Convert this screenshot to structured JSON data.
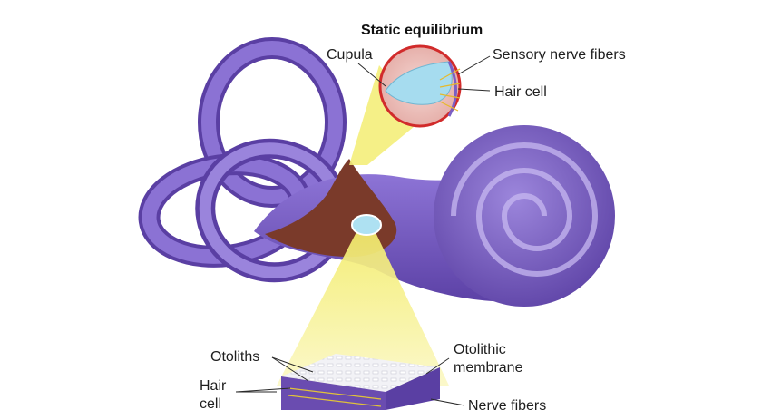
{
  "title": "Static equilibrium",
  "labels": {
    "cupula": "Cupula",
    "sensory_nerve_fibers": "Sensory nerve fibers",
    "hair_cell_top": "Hair cell",
    "otoliths": "Otoliths",
    "otolithic_line1": "Otolithic",
    "otolithic_line2": "membrane",
    "hair_line1": "Hair",
    "hair_line2": "cell",
    "nerve_fibers": "Nerve fibers"
  },
  "colors": {
    "labyrinth": "#7a5fc4",
    "labyrinth_dark": "#5a3fa3",
    "labyrinth_light": "#a58fe0",
    "vestibule": "#7a3a2a",
    "beam": "#f6f08a",
    "cupula": "#a6dcef",
    "magnifier_ring": "#d12b2b"
  }
}
